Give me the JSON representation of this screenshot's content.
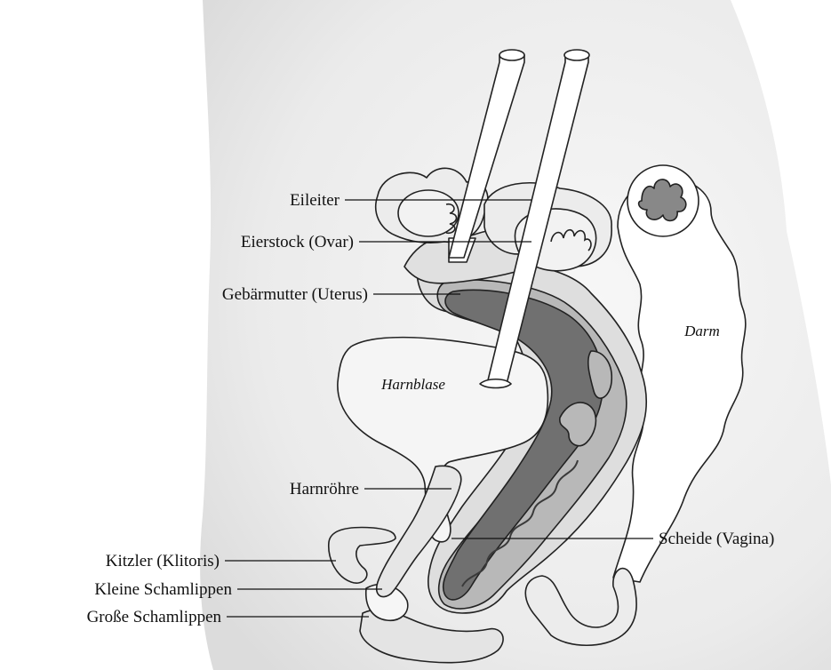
{
  "labels": {
    "eileiter": "Eileiter",
    "eierstock": "Eierstock (Ovar)",
    "gebaermutter": "Gebärmutter (Uterus)",
    "harnroehre": "Harnröhre",
    "kitzler": "Kitzler (Klitoris)",
    "kleine_schamlippen": "Kleine Schamlippen",
    "grosse_schamlippen": "Große Schamlippen",
    "scheide": "Scheide (Vagina)",
    "harnblase": "Harnblase",
    "darm": "Darm"
  },
  "colors": {
    "body_fill": "#ececec",
    "organ_light": "#e2e2e2",
    "organ_mid": "#bdbdbd",
    "organ_dark": "#7a7a7a",
    "white": "#ffffff",
    "outline": "#222222"
  }
}
